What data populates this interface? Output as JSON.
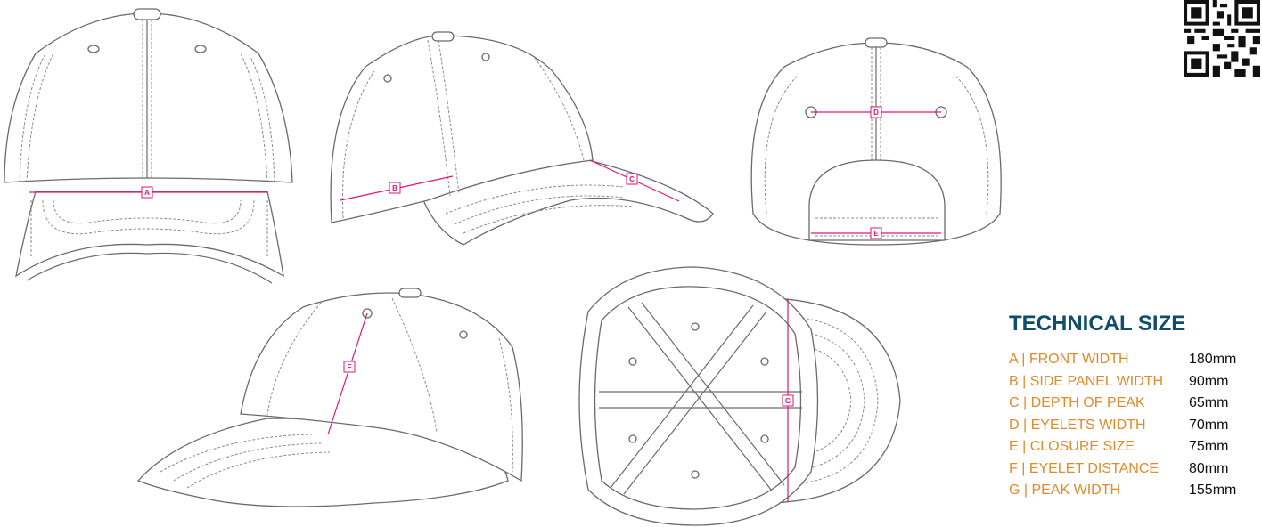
{
  "diagram": {
    "dimension_tags": {
      "a": "A",
      "b": "B",
      "c": "C",
      "d": "D",
      "e": "E",
      "f": "F",
      "g": "G"
    }
  },
  "technical_size": {
    "title": "TECHNICAL SIZE",
    "rows": [
      {
        "label": "A | FRONT WIDTH",
        "value": "180mm"
      },
      {
        "label": "B | SIDE PANEL WIDTH",
        "value": "90mm"
      },
      {
        "label": "C | DEPTH OF PEAK",
        "value": "65mm"
      },
      {
        "label": "D | EYELETS WIDTH",
        "value": "70mm"
      },
      {
        "label": "E | CLOSURE SIZE",
        "value": "75mm"
      },
      {
        "label": "F | EYELET DISTANCE",
        "value": "80mm"
      },
      {
        "label": "G | PEAK WIDTH",
        "value": "155mm"
      }
    ]
  },
  "colors": {
    "title": "#0e4d6e",
    "label": "#e08a2a",
    "dimension": "#e0157d"
  }
}
